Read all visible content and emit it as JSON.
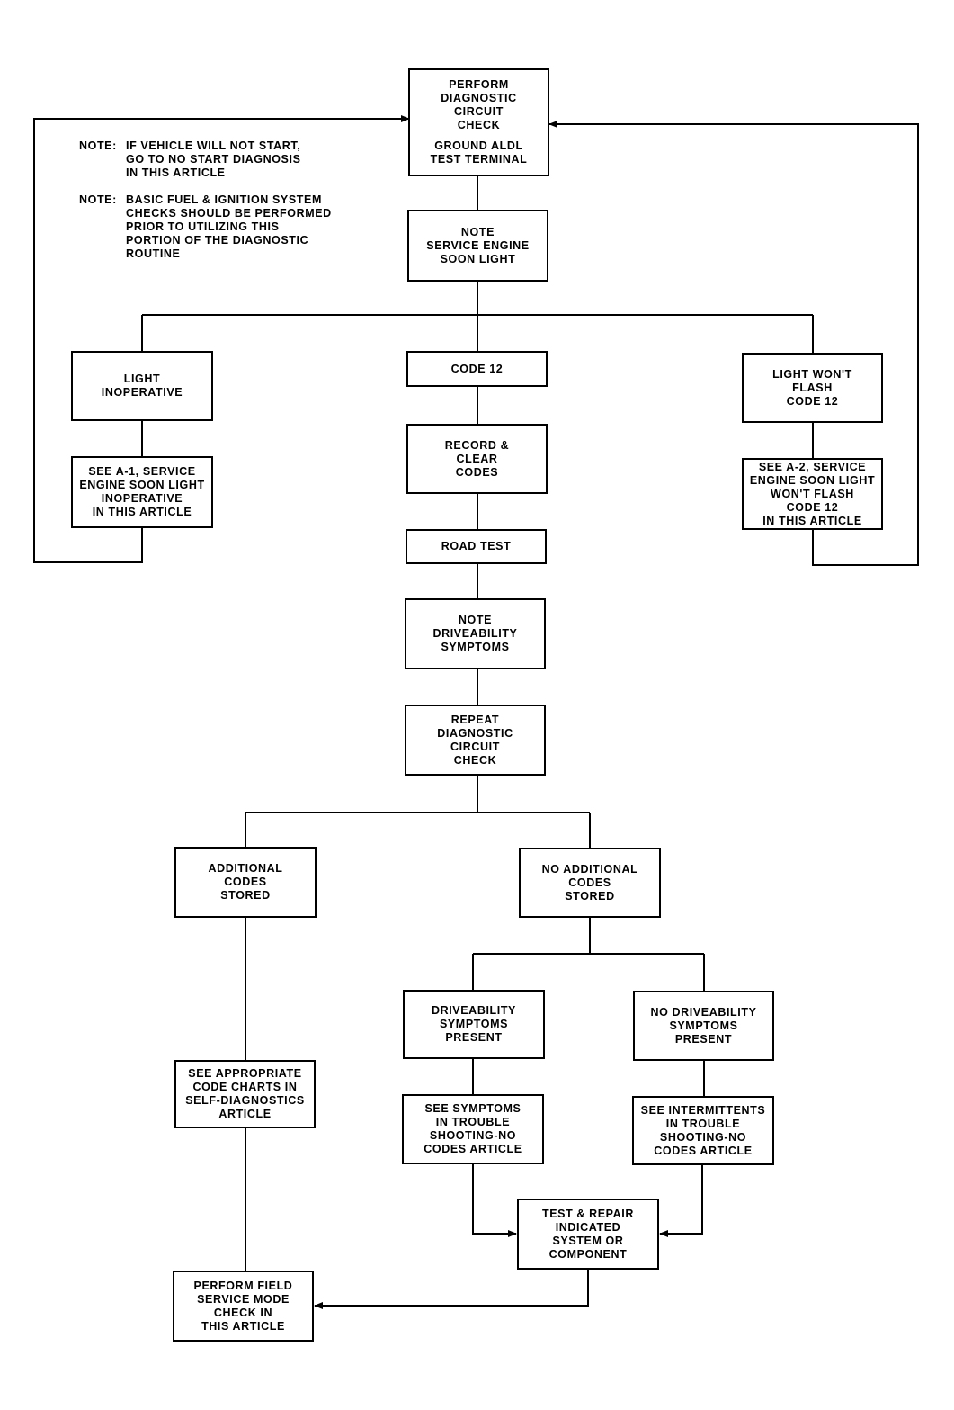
{
  "notes": [
    {
      "label": "NOTE:",
      "text": "IF VEHICLE WILL NOT START,\nGO TO NO START DIAGNOSIS\nIN THIS ARTICLE"
    },
    {
      "label": "NOTE:",
      "text": "BASIC FUEL & IGNITION SYSTEM\nCHECKS SHOULD BE PERFORMED\nPRIOR TO UTILIZING THIS\nPORTION OF THE DIAGNOSTIC\nROUTINE"
    }
  ],
  "boxes": {
    "perform_check": {
      "line1": "PERFORM\nDIAGNOSTIC\nCIRCUIT\nCHECK",
      "line2": "GROUND ALDL\nTEST TERMINAL"
    },
    "note_light": "NOTE\nSERVICE ENGINE\nSOON LIGHT",
    "light_inoperative": "LIGHT\nINOPERATIVE",
    "code12": "CODE 12",
    "light_wont_flash": "LIGHT WON'T\nFLASH\nCODE 12",
    "see_a1": "SEE A-1, SERVICE\nENGINE SOON LIGHT\nINOPERATIVE\nIN THIS ARTICLE",
    "record_clear": "RECORD &\nCLEAR\nCODES",
    "see_a2": "SEE A-2, SERVICE\nENGINE SOON LIGHT\nWON'T FLASH\nCODE 12\nIN THIS ARTICLE",
    "road_test": "ROAD TEST",
    "note_drive": "NOTE\nDRIVEABILITY\nSYMPTOMS",
    "repeat_check": "REPEAT\nDIAGNOSTIC\nCIRCUIT\nCHECK",
    "additional_codes": "ADDITIONAL\nCODES\nSTORED",
    "no_additional_codes": "NO ADDITIONAL\nCODES\nSTORED",
    "drive_symptoms": "DRIVEABILITY\nSYMPTOMS\nPRESENT",
    "no_drive_symptoms": "NO DRIVEABILITY\nSYMPTOMS\nPRESENT",
    "see_code_charts": "SEE APPROPRIATE\nCODE CHARTS IN\nSELF-DIAGNOSTICS\nARTICLE",
    "see_symptoms": "SEE SYMPTOMS\nIN TROUBLE\nSHOOTING-NO\nCODES ARTICLE",
    "see_intermittents": "SEE INTERMITTENTS\nIN TROUBLE\nSHOOTING-NO\nCODES ARTICLE",
    "test_repair": "TEST & REPAIR\nINDICATED\nSYSTEM OR\nCOMPONENT",
    "field_service": "PERFORM FIELD\nSERVICE MODE\nCHECK IN\nTHIS ARTICLE"
  },
  "colors": {
    "line": "#000000",
    "background": "#ffffff"
  }
}
